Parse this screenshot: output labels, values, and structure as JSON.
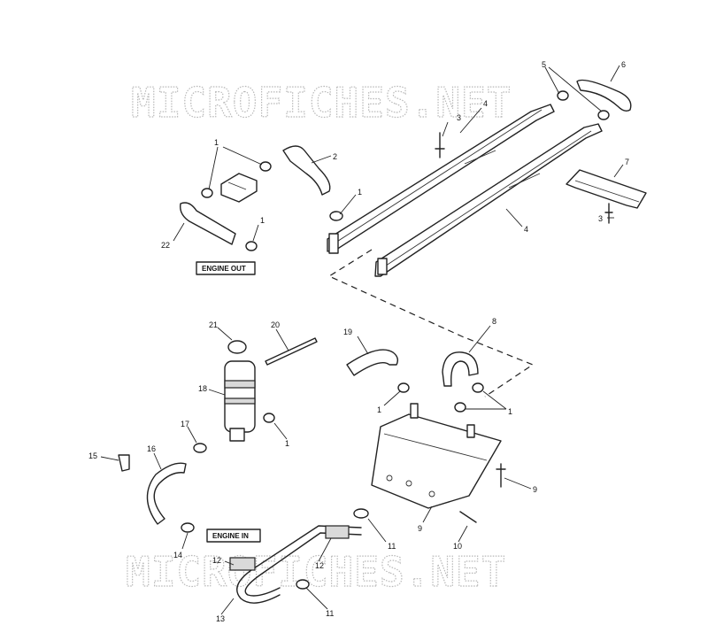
{
  "watermark": {
    "text": "MICROFICHES.NET"
  },
  "labels": {
    "engine_out": "ENGINE OUT",
    "engine_in": "ENGINE IN"
  },
  "callouts": {
    "c1a": "1",
    "c1b": "1",
    "c1c": "1",
    "c1d": "1",
    "c1e": "1",
    "c1f": "1",
    "c2": "2",
    "c3a": "3",
    "c3b": "3",
    "c4a": "4",
    "c4b": "4",
    "c5": "5",
    "c6": "6",
    "c7": "7",
    "c8": "8",
    "c9a": "9",
    "c9b": "9",
    "c10": "10",
    "c11a": "11",
    "c11b": "11",
    "c12a": "12",
    "c12b": "12",
    "c13": "13",
    "c14": "14",
    "c15": "15",
    "c16": "16",
    "c17": "17",
    "c18": "18",
    "c19": "19",
    "c20": "20",
    "c21": "21",
    "c22": "22"
  }
}
